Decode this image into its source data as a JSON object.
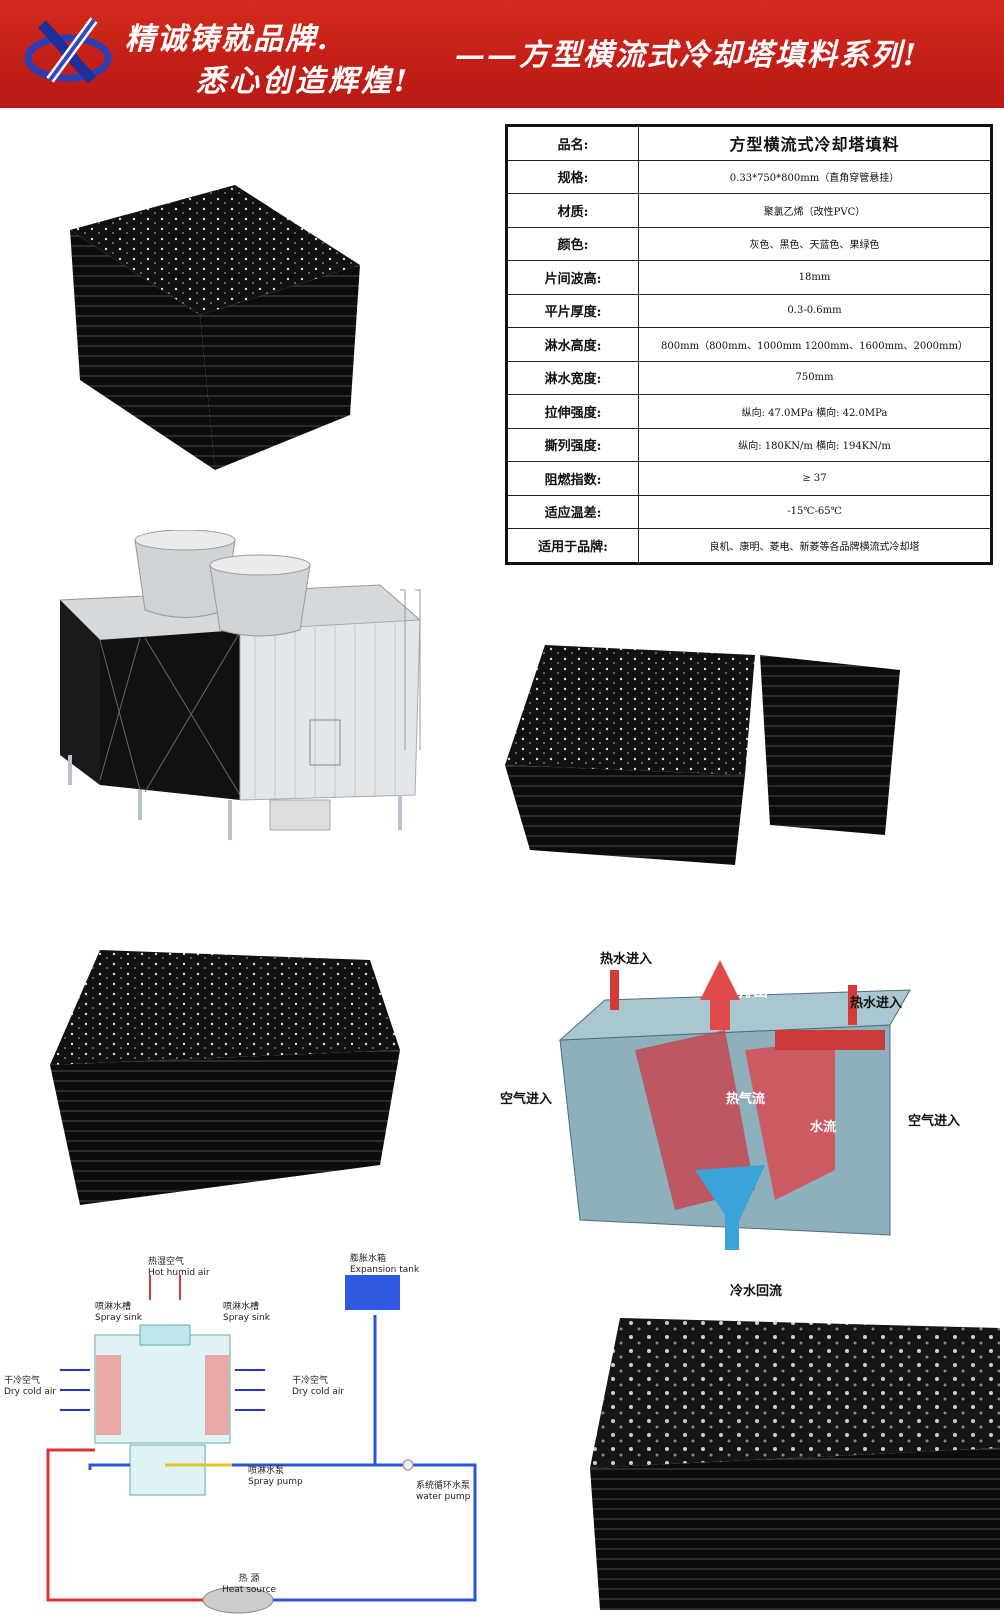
{
  "header": {
    "slogan_line1": "精诚铸就品牌.",
    "slogan_line2": "悉心创造辉煌!",
    "series_title": "——方型横流式冷却塔填料系列!",
    "colors": {
      "banner": "#c8221a",
      "text": "#ffffff"
    }
  },
  "spec_table": [
    {
      "key": "品名:",
      "value": "方型横流式冷却塔填料"
    },
    {
      "key": "规格:",
      "value": "0.33*750*800mm（直角穿管悬挂）"
    },
    {
      "key": "材质:",
      "value": "聚氯乙烯（改性PVC）"
    },
    {
      "key": "颜色:",
      "value": "灰色、黑色、天蓝色、果绿色"
    },
    {
      "key": "片间波高:",
      "value": "18mm"
    },
    {
      "key": "平片厚度:",
      "value": "0.3-0.6mm"
    },
    {
      "key": "淋水高度:",
      "value": "800mm（800mm、1000mm 1200mm、1600mm、2000mm）"
    },
    {
      "key": "淋水宽度:",
      "value": "750mm"
    },
    {
      "key": "拉伸强度:",
      "value": "纵向: 47.0MPa  横向: 42.0MPa"
    },
    {
      "key": "撕列强度:",
      "value": "纵向: 180KN/m  横向: 194KN/m"
    },
    {
      "key": "阻燃指数:",
      "value": "≥ 37"
    },
    {
      "key": "适应温差:",
      "value": "-15℃-65℃"
    },
    {
      "key": "适用于品牌:",
      "value": "良机、康明、菱电、新菱等各品牌横流式冷却塔"
    }
  ],
  "flow_diagram": {
    "hot_water_in_left": "热水进入",
    "exhaust": "排出",
    "hot_water_in_right": "热水进入",
    "air_in_left": "空气进入",
    "hot_air_flow": "热气流",
    "water_flow": "水流",
    "air_in_right": "空气进入",
    "cold_water_return": "冷水回流"
  },
  "schematic": {
    "hot_humid_air_cn": "热湿空气",
    "hot_humid_air_en": "Hot humid air",
    "expansion_tank_cn": "膨胀水箱",
    "expansion_tank_en": "Expansion tank",
    "spray_sink_left_cn": "喷淋水槽",
    "spray_sink_left_en": "Spray sink",
    "spray_sink_right_cn": "喷淋水槽",
    "spray_sink_right_en": "Spray sink",
    "dry_air_left_cn": "干冷空气",
    "dry_air_left_en": "Dry cold air",
    "dry_air_right_cn": "干冷空气",
    "dry_air_right_en": "Dry cold air",
    "spray_pump_cn": "喷淋水泵",
    "spray_pump_en": "Spray pump",
    "water_pump_cn": "系统循环水泵",
    "water_pump_en": "water pump",
    "heat_source_cn": "热 源",
    "heat_source_en": "Heat source"
  }
}
